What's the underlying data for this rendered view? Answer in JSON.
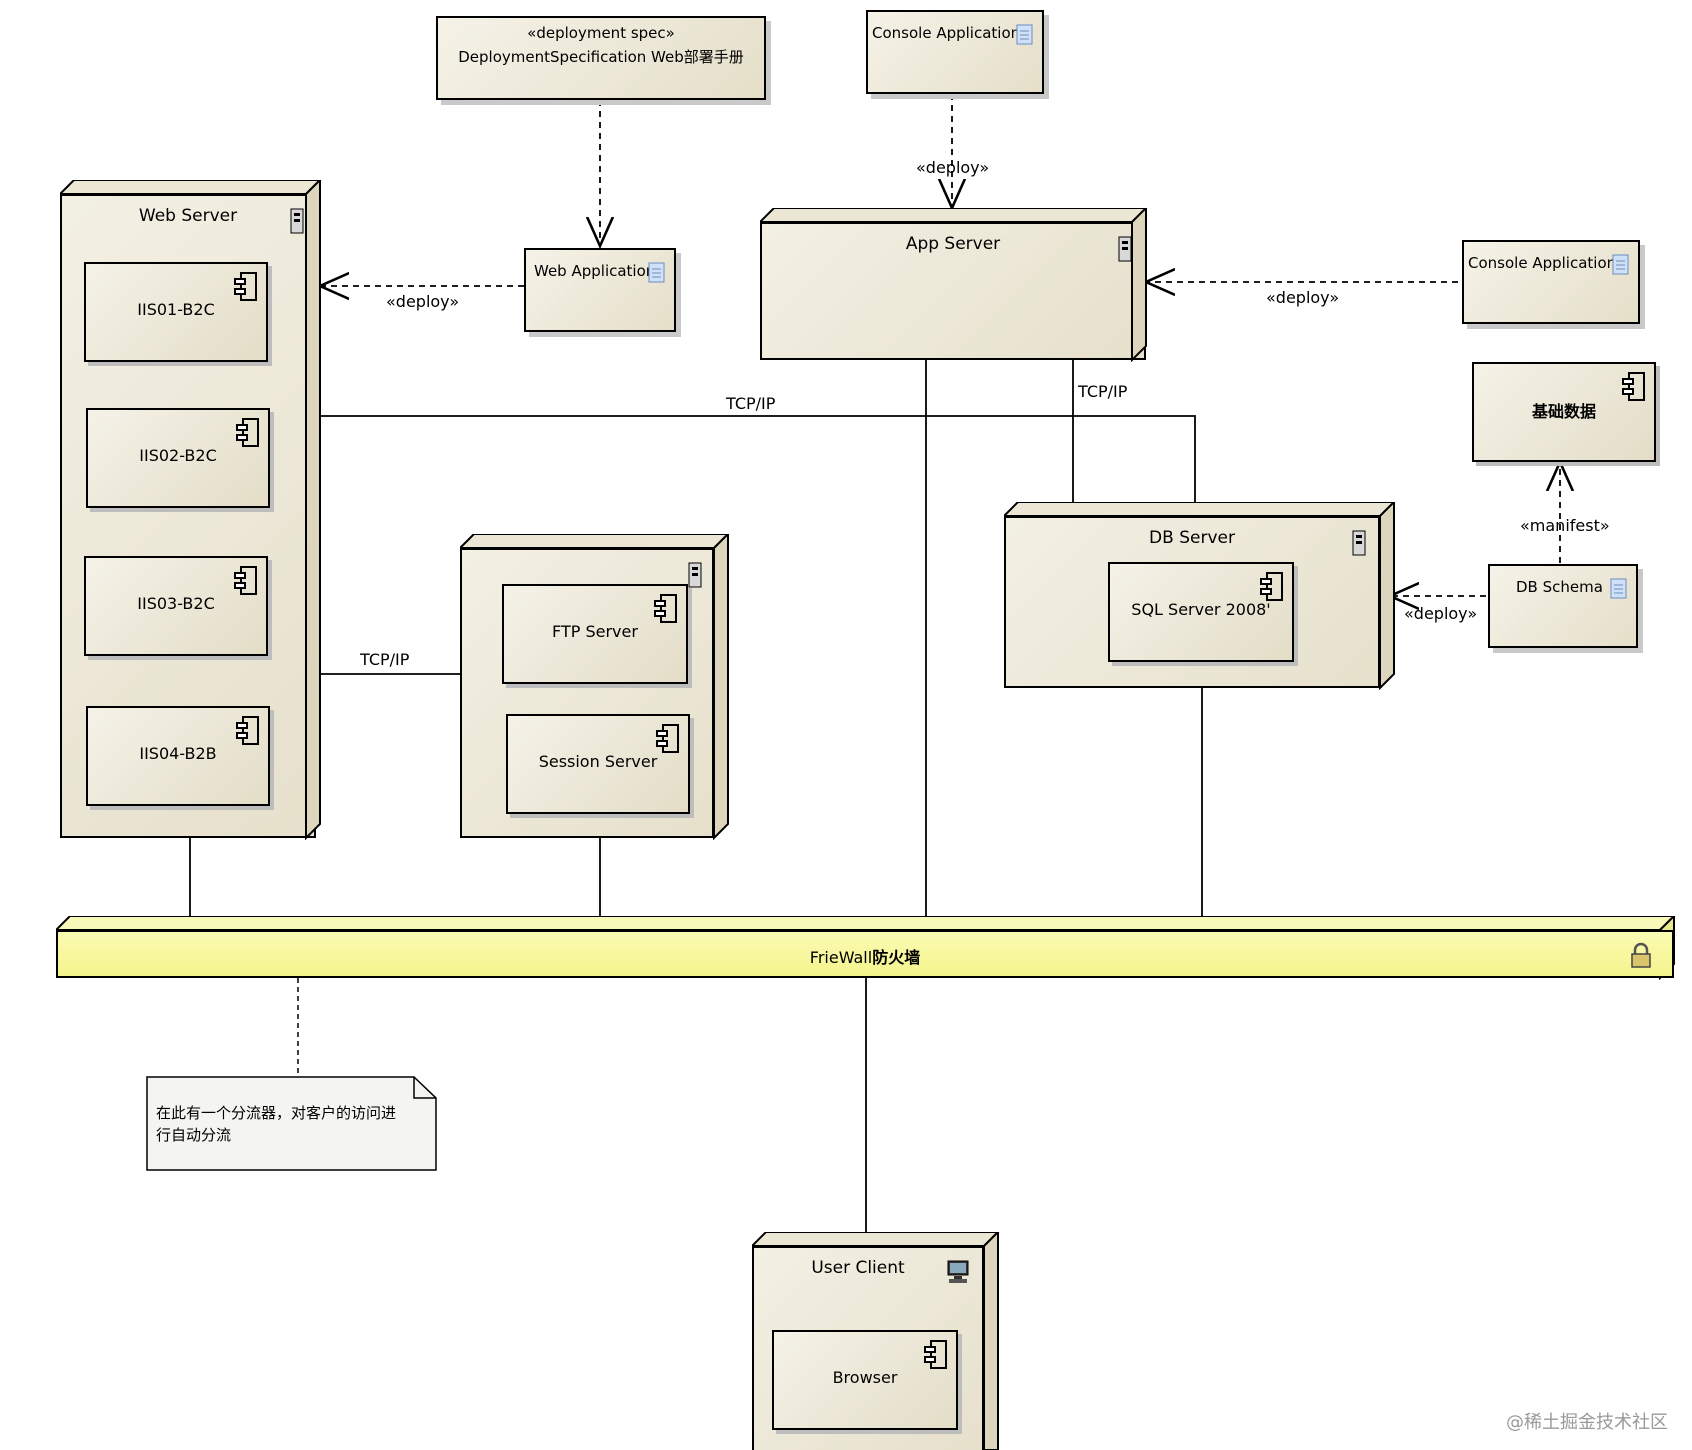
{
  "deployment_spec": {
    "stereotype": "«deployment spec»",
    "name": "DeploymentSpecification Web部署手册"
  },
  "console_app_top": {
    "label": "Console Application"
  },
  "console_app_right": {
    "label": "Console Application"
  },
  "web_application": {
    "label": "Web Application"
  },
  "web_server": {
    "title": "Web Server",
    "components": [
      "IIS01-B2C",
      "IIS02-B2C",
      "IIS03-B2C",
      "IIS04-B2B"
    ]
  },
  "app_server": {
    "title": "App Server"
  },
  "ftp_session_node": {
    "components": [
      "FTP Server",
      "Session Server"
    ]
  },
  "db_server": {
    "title": "DB Server",
    "component": "SQL Server 2008'"
  },
  "base_data": {
    "label": "基础数据"
  },
  "db_schema": {
    "label": "DB Schema"
  },
  "firewall": {
    "label_en": "FrieWall",
    "label_cn": "防火墙"
  },
  "note": {
    "text_line1": "在此有一个分流器，对客户的访问进",
    "text_line2": "行自动分流"
  },
  "user_client": {
    "title": "User Client",
    "component": "Browser"
  },
  "connectors": {
    "deploy": "«deploy»",
    "manifest": "«manifest»",
    "tcpip": "TCP/IP"
  },
  "watermark": "@稀土掘金技术社区",
  "colors": {
    "node_fill": "#ebe6d3",
    "firewall_fill": "#f7f79e",
    "line": "#000000"
  }
}
